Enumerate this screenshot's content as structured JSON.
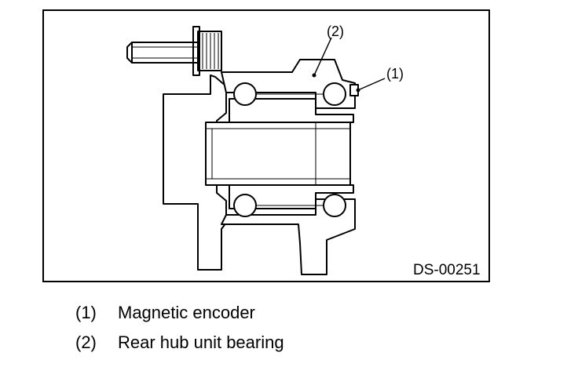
{
  "figure": {
    "code": "DS-00251",
    "callouts": [
      "(1)",
      "(2)"
    ]
  },
  "legend": [
    {
      "num": "(1)",
      "text": "Magnetic encoder"
    },
    {
      "num": "(2)",
      "text": "Rear hub unit bearing"
    }
  ]
}
